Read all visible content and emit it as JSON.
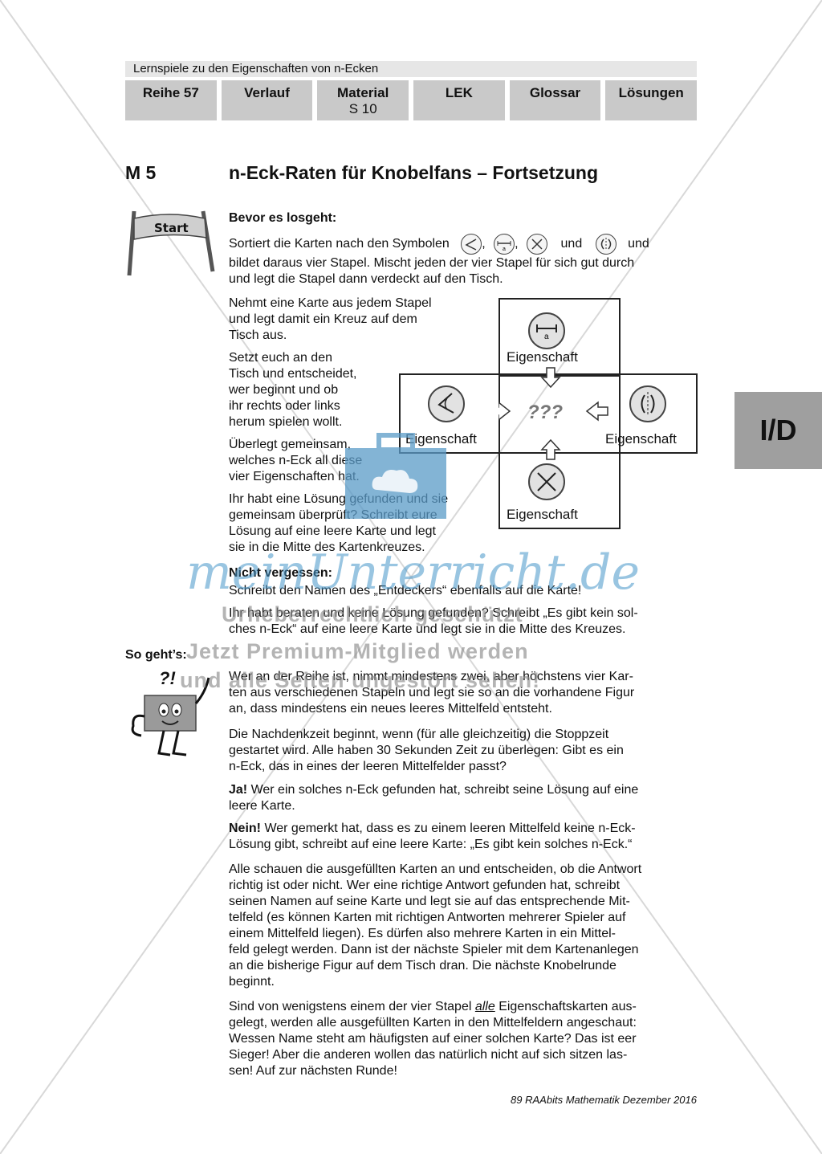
{
  "header": {
    "strip": "Lernspiele zu den Eigenschaften von n-Ecken",
    "tabs": [
      {
        "label": "Reihe 57",
        "sub": ""
      },
      {
        "label": "Verlauf",
        "sub": ""
      },
      {
        "label": "Material",
        "sub": "S 10"
      },
      {
        "label": "LEK",
        "sub": ""
      },
      {
        "label": "Glossar",
        "sub": ""
      },
      {
        "label": "Lösungen",
        "sub": ""
      }
    ]
  },
  "title": {
    "code": "M 5",
    "text": "n-Eck-Raten für Knobelfans – Fortsetzung"
  },
  "side_tab": "I/D",
  "start_sign": "Start",
  "bevor": {
    "heading": "Bevor es losgeht:",
    "line1_a": "Sortiert die Karten nach den Symbolen",
    "line1_b": "und",
    "line1_c": "und",
    "line2": "bildet daraus vier Stapel. Mischt jeden der vier Stapel für sich gut durch",
    "line3": "und legt die Stapel dann verdeckt auf den Tisch."
  },
  "left_col": {
    "p1": [
      "Nehmt eine Karte aus jedem Stapel",
      "und legt damit ein Kreuz auf dem",
      "Tisch aus."
    ],
    "p2": [
      "Setzt euch an den",
      "Tisch und entscheidet,",
      "wer beginnt und ob",
      "ihr rechts oder links",
      "herum spielen wollt."
    ],
    "p3": [
      "Überlegt gemeinsam,",
      "welches n-Eck all diese",
      "vier Eigenschaften hat."
    ],
    "p4": [
      "Ihr habt eine Lösung gefunden und sie",
      "gemeinsam überprüft? Schreibt eure",
      "Lösung auf eine leere Karte und legt",
      "sie in die Mitte des Kartenkreuzes."
    ]
  },
  "cross": {
    "property_label": "Eigenschaft",
    "center": "???"
  },
  "nicht": {
    "heading": "Nicht vergessen:",
    "line1": "Schreibt den Namen des „Entdeckers“ ebenfalls auf die Karte!",
    "line2": "Ihr habt beraten und keine Lösung gefunden? Schreibt „Es gibt kein sol-",
    "line3": "ches n-Eck“ auf eine leere Karte und legt sie in die Mitte des Kreuzes."
  },
  "sogehts": {
    "heading": "So geht’s:",
    "p1": [
      "Wer an der Reihe ist, nimmt mindestens zwei, aber höchstens vier Kar-",
      "ten aus verschiedenen Stapeln und legt sie so an die vorhandene Figur",
      "an, dass mindestens ein neues leeres Mittelfeld entsteht."
    ],
    "p2": [
      "Die Nachdenkzeit beginnt, wenn (für alle gleichzeitig) die Stoppzeit",
      "gestartet wird. Alle haben 30 Sekunden Zeit zu überlegen: Gibt es ein",
      "n-Eck, das in eines der leeren Mittelfelder passt?"
    ],
    "p3_bold": "Ja!",
    "p3": [
      " Wer ein solches n-Eck gefunden hat, schreibt seine Lösung auf eine",
      "leere Karte."
    ],
    "p4_bold": "Nein!",
    "p4": [
      " Wer gemerkt hat, dass es zu einem leeren Mittelfeld keine n-Eck-",
      "Lösung gibt, schreibt auf eine leere Karte: „Es gibt kein solches n-Eck.“"
    ],
    "p5": [
      "Alle schauen die ausgefüllten Karten an und entscheiden, ob die Antwort",
      "richtig ist oder nicht. Wer eine richtige Antwort gefunden hat, schreibt",
      "seinen Namen auf seine Karte und legt sie auf das entsprechende Mit-",
      "telfeld (es können Karten mit richtigen Antworten mehrerer Spieler auf",
      "einem Mittelfeld liegen). Es dürfen also mehrere Karten in ein Mittel-",
      "feld gelegt werden. Dann ist der nächste Spieler mit dem Kartenanlegen",
      "an die bisherige Figur auf dem Tisch dran. Die nächste Knobelrunde",
      "beginnt."
    ],
    "p6_a": "Sind von wenigstens einem der vier Stapel ",
    "p6_em": "alle",
    "p6_b": " Eigenschaftskarten aus-",
    "p6": [
      "gelegt, werden alle ausgefüllten Karten in den Mittelfeldern angeschaut:",
      "Wessen Name steht am häufigsten auf einer solchen Karte? Das ist eer",
      "Sieger! Aber die anderen wollen das natürlich nicht auf sich sitzen las-",
      "sen! Auf zur nächsten Runde!"
    ]
  },
  "figure_exclaim": "?!",
  "footer": "89 RAAbits Mathematik Dezember 2016",
  "watermark": {
    "brand": "meinUnterricht.de",
    "line1": "Urheberrechtlich geschützt",
    "line2": "Jetzt Premium-Mitglied werden",
    "line3": "und alle Seiten ungestört sehen!"
  }
}
